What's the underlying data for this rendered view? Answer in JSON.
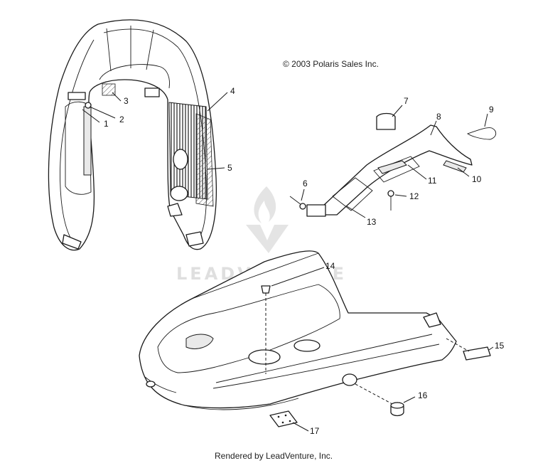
{
  "copyright": "© 2003 Polaris Sales Inc.",
  "footer": "Rendered by LeadVenture, Inc.",
  "watermark": "LEADVENTURE",
  "callouts": [
    {
      "id": "1",
      "label": "1"
    },
    {
      "id": "2",
      "label": "2"
    },
    {
      "id": "3",
      "label": "3"
    },
    {
      "id": "4",
      "label": "4"
    },
    {
      "id": "5",
      "label": "5"
    },
    {
      "id": "6",
      "label": "6"
    },
    {
      "id": "7",
      "label": "7"
    },
    {
      "id": "8",
      "label": "8"
    },
    {
      "id": "9",
      "label": "9"
    },
    {
      "id": "10",
      "label": "10"
    },
    {
      "id": "11",
      "label": "11"
    },
    {
      "id": "12",
      "label": "12"
    },
    {
      "id": "13",
      "label": "13"
    },
    {
      "id": "14",
      "label": "14"
    },
    {
      "id": "15",
      "label": "15"
    },
    {
      "id": "16",
      "label": "16"
    },
    {
      "id": "17",
      "label": "17"
    }
  ]
}
